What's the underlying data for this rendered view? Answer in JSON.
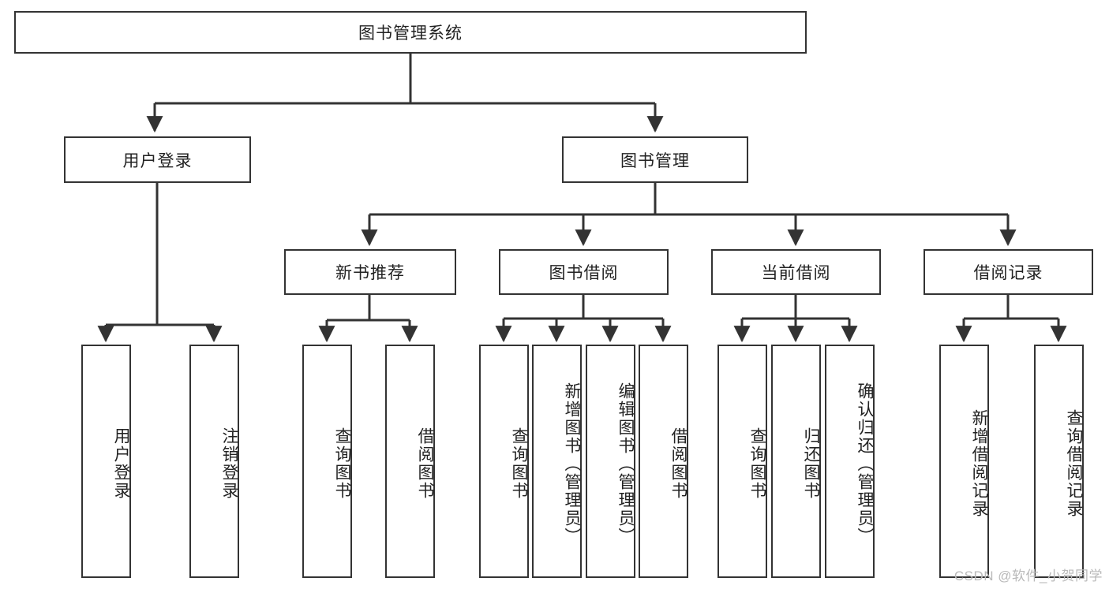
{
  "diagram": {
    "type": "tree",
    "title": "图书管理系统",
    "watermark": "CSDN @软件_小贺同学",
    "colors": {
      "stroke": "#333333",
      "fill": "#ffffff",
      "text": "#222222",
      "watermark": "#b9b9b9"
    },
    "nodes": {
      "root": {
        "label": "图书管理系统"
      },
      "level2": [
        {
          "id": "user-login",
          "label": "用户登录"
        },
        {
          "id": "book-manage",
          "label": "图书管理"
        }
      ],
      "level3": [
        {
          "id": "new-book-rec",
          "label": "新书推荐"
        },
        {
          "id": "book-borrow",
          "label": "图书借阅"
        },
        {
          "id": "current-borrow",
          "label": "当前借阅"
        },
        {
          "id": "borrow-record",
          "label": "借阅记录"
        }
      ],
      "leaves": {
        "user_login": [
          {
            "id": "leaf-user-login",
            "label": "用户登录"
          },
          {
            "id": "leaf-logout",
            "label": "注销登录"
          }
        ],
        "new_book_rec": [
          {
            "id": "leaf-query-book-1",
            "label": "查询图书"
          },
          {
            "id": "leaf-borrow-book-1",
            "label": "借阅图书"
          }
        ],
        "book_borrow": [
          {
            "id": "leaf-query-book-2",
            "label": "查询图书"
          },
          {
            "id": "leaf-add-book",
            "label": "新增图书（管理员）"
          },
          {
            "id": "leaf-edit-book",
            "label": "编辑图书（管理员）"
          },
          {
            "id": "leaf-borrow-book-2",
            "label": "借阅图书"
          }
        ],
        "current_borrow": [
          {
            "id": "leaf-query-book-3",
            "label": "查询图书"
          },
          {
            "id": "leaf-return-book",
            "label": "归还图书"
          },
          {
            "id": "leaf-confirm-return",
            "label": "确认归还（管理员）"
          }
        ],
        "borrow_record": [
          {
            "id": "leaf-add-record",
            "label": "新增借阅记录"
          },
          {
            "id": "leaf-query-record",
            "label": "查询借阅记录"
          }
        ]
      }
    },
    "edges": [
      {
        "from": "图书管理系统",
        "to": "用户登录"
      },
      {
        "from": "图书管理系统",
        "to": "图书管理"
      },
      {
        "from": "用户登录",
        "to": "用户登录"
      },
      {
        "from": "用户登录",
        "to": "注销登录"
      },
      {
        "from": "图书管理",
        "to": "新书推荐"
      },
      {
        "from": "图书管理",
        "to": "图书借阅"
      },
      {
        "from": "图书管理",
        "to": "当前借阅"
      },
      {
        "from": "图书管理",
        "to": "借阅记录"
      },
      {
        "from": "新书推荐",
        "to": "查询图书"
      },
      {
        "from": "新书推荐",
        "to": "借阅图书"
      },
      {
        "from": "图书借阅",
        "to": "查询图书"
      },
      {
        "from": "图书借阅",
        "to": "新增图书（管理员）"
      },
      {
        "from": "图书借阅",
        "to": "编辑图书（管理员）"
      },
      {
        "from": "图书借阅",
        "to": "借阅图书"
      },
      {
        "from": "当前借阅",
        "to": "查询图书"
      },
      {
        "from": "当前借阅",
        "to": "归还图书"
      },
      {
        "from": "当前借阅",
        "to": "确认归还（管理员）"
      },
      {
        "from": "借阅记录",
        "to": "新增借阅记录"
      },
      {
        "from": "借阅记录",
        "to": "查询借阅记录"
      }
    ]
  }
}
